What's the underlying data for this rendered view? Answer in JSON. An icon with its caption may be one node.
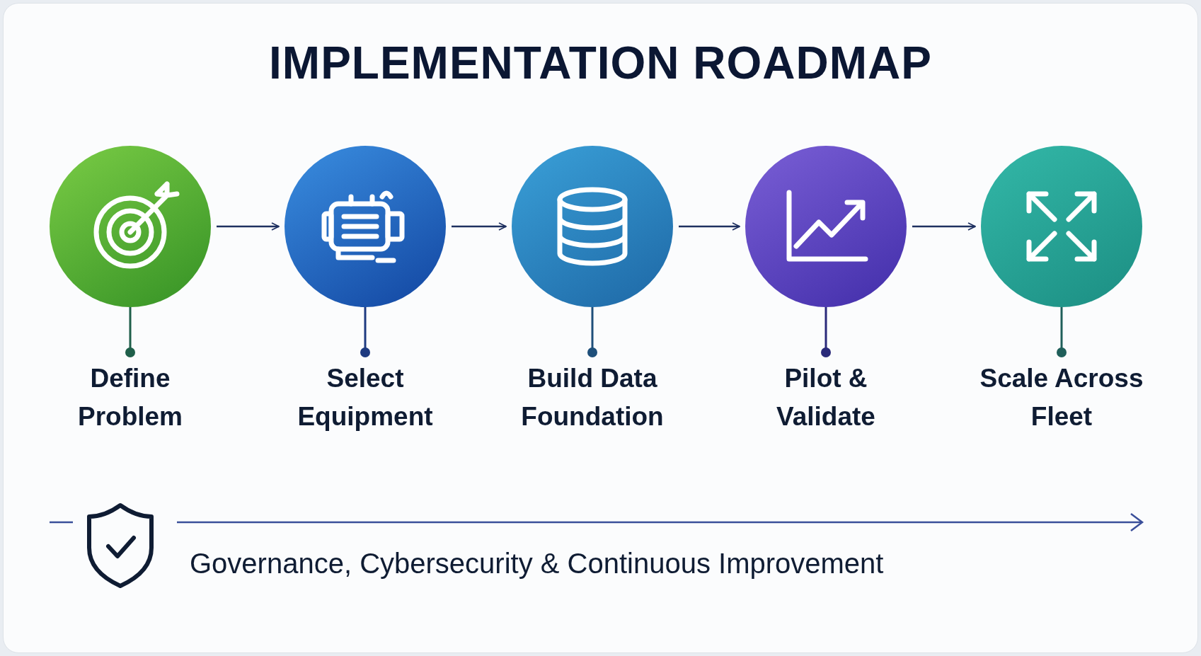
{
  "diagram": {
    "title": "IMPLEMENTATION ROADMAP",
    "nodes": [
      {
        "text": [
          "Define Problem"
        ]
      },
      {
        "text": [
          "Select Equipment"
        ]
      },
      {
        "text": [
          "Build Data Foundation"
        ]
      },
      {
        "text": [
          "Pilot & Validate"
        ]
      },
      {
        "text": [
          "Scale Across Fleet"
        ]
      }
    ],
    "edges": [
      {
        "from": 0,
        "to": 1,
        "arrow": "to"
      },
      {
        "from": 1,
        "to": 2,
        "arrow": "to"
      },
      {
        "from": 2,
        "to": 3,
        "arrow": "to"
      },
      {
        "from": 3,
        "to": 4,
        "arrow": "to"
      }
    ],
    "labels": [
      "Governance, Cybersecurity & Continuous Improvement"
    ]
  }
}
